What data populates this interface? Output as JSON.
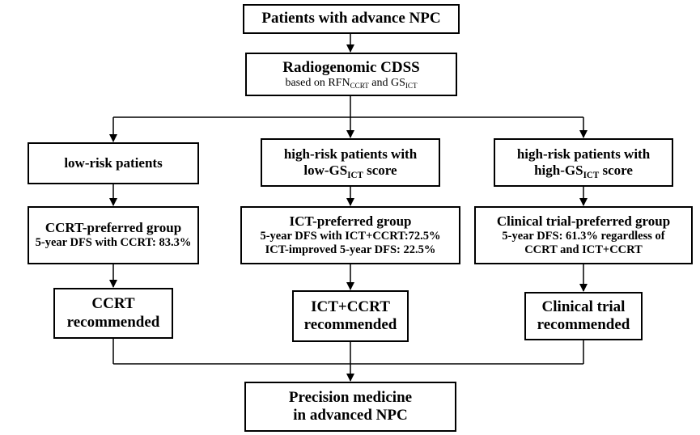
{
  "top": {
    "title": "Patients with advance NPC"
  },
  "cdss": {
    "title": "Radiogenomic CDSS",
    "sub_prefix": "based on RFN",
    "sub_s1": "CCRT",
    "sub_mid": " and GS",
    "sub_s2": "ICT"
  },
  "risk": {
    "low": "low-risk patients",
    "high_low": {
      "l1": "high-risk patients with",
      "l2a": "low-GS",
      "l2s": "ICT",
      "l2b": " score"
    },
    "high_high": {
      "l1": "high-risk patients with",
      "l2a": "high-GS",
      "l2s": "ICT",
      "l2b": " score"
    }
  },
  "groups": {
    "ccrt": {
      "title": "CCRT-preferred group",
      "l1": "5-year DFS with CCRT: 83.3%"
    },
    "ict": {
      "title": "ICT-preferred group",
      "l1": "5-year DFS with ICT+CCRT:72.5%",
      "l2": "ICT-improved 5-year DFS: 22.5%"
    },
    "trial": {
      "title": "Clinical trial-preferred group",
      "l1": "5-year DFS: 61.3% regardless of",
      "l2": "CCRT and ICT+CCRT"
    }
  },
  "recs": {
    "ccrt": {
      "l1": "CCRT",
      "l2": "recommended"
    },
    "ict": {
      "l1": "ICT+CCRT",
      "l2": "recommended"
    },
    "trial": {
      "l1": "Clinical trial",
      "l2": "recommended"
    }
  },
  "final": {
    "l1": "Precision medicine",
    "l2": "in advanced NPC"
  }
}
